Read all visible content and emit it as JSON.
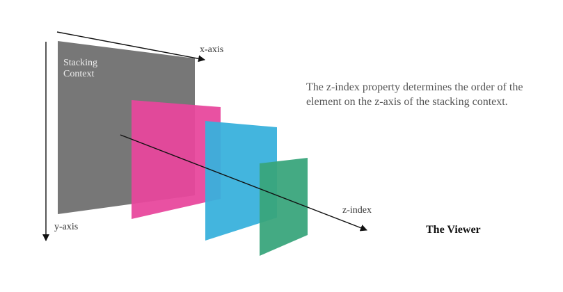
{
  "labels": {
    "stacking_context_line1": "Stacking",
    "stacking_context_line2": "Context",
    "x_axis": "x-axis",
    "y_axis": "y-axis",
    "z_index": "z-index",
    "viewer": "The Viewer"
  },
  "description": {
    "line1": "The z-index property determines the order of the",
    "line2": "element on the z-axis of the stacking context."
  },
  "colors": {
    "stacking_context_plane": "#777777",
    "pink_plane": "#e8469c",
    "blue_plane": "#37b0dc",
    "green_plane": "#38a57b",
    "axes": "#111111"
  }
}
